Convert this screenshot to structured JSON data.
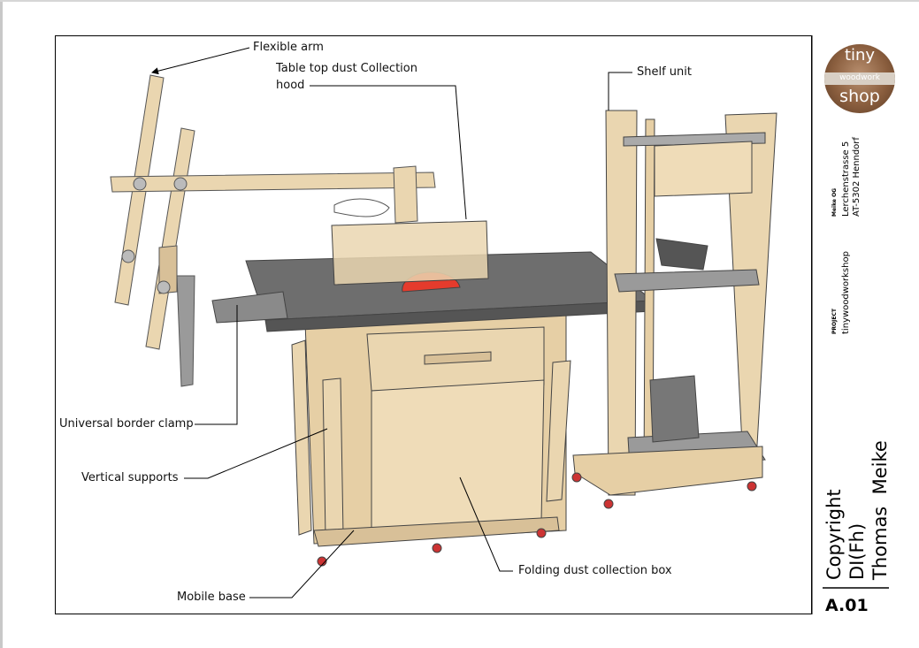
{
  "callouts": {
    "flexible_arm": "Flexible arm",
    "hood_line1": "Table top dust Collection",
    "hood_line2": "hood",
    "shelf_unit": "Shelf unit",
    "border_clamp": "Universal border clamp",
    "vertical_supports": "Vertical supports",
    "mobile_base": "Mobile base",
    "dust_box": "Folding dust collection box"
  },
  "title_block": {
    "logo": {
      "line1": "tiny",
      "line2": "woodwork",
      "line3": "shop"
    },
    "company_label": "Meike OG",
    "address_line1": "Lerchenstrasse 5",
    "address_line2": "AT-5302 Henndorf",
    "project_label": "PROJECT",
    "project_name": "tinywoodworkshop",
    "copyright_line1": "Copyright",
    "copyright_line2": "DI(Fh)",
    "copyright_line3": "Thomas  Meike",
    "sheet_number": "A.01"
  },
  "colors": {
    "wood": "#e8d2a8",
    "steel": "#6e6e6e",
    "blade": "#e53b2c"
  }
}
